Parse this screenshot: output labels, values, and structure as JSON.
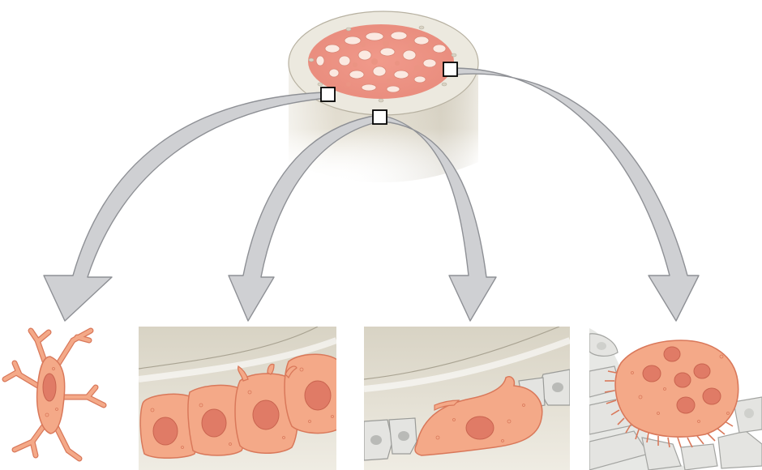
{
  "figure": {
    "colors": {
      "background": "#ffffff",
      "bone_shaft": "#e6e2d6",
      "bone_shadow": "#c9c3b2",
      "marrow": "#ef9e8f",
      "spongy_bone": "#fbe7de",
      "arrow_fill": "#cfd0d3",
      "arrow_stroke": "#8e9095",
      "cell_fill": "#f4a988",
      "cell_stroke": "#d9785a",
      "nucleus": "#e07b66",
      "matrix": "#e8e3d6",
      "osteocyte_gray": "#d5d6d3",
      "box_stroke": "#000000"
    },
    "panels": [
      {
        "id": "panel-1",
        "cell": "stellate-cell-with-branching-processes"
      },
      {
        "id": "panel-2",
        "cell": "row-of-cuboidal-cells-on-matrix"
      },
      {
        "id": "panel-3",
        "cell": "flattened-cell-on-matrix-surface"
      },
      {
        "id": "panel-4",
        "cell": "large-multinucleated-cell-with-ruffled-border"
      }
    ]
  }
}
